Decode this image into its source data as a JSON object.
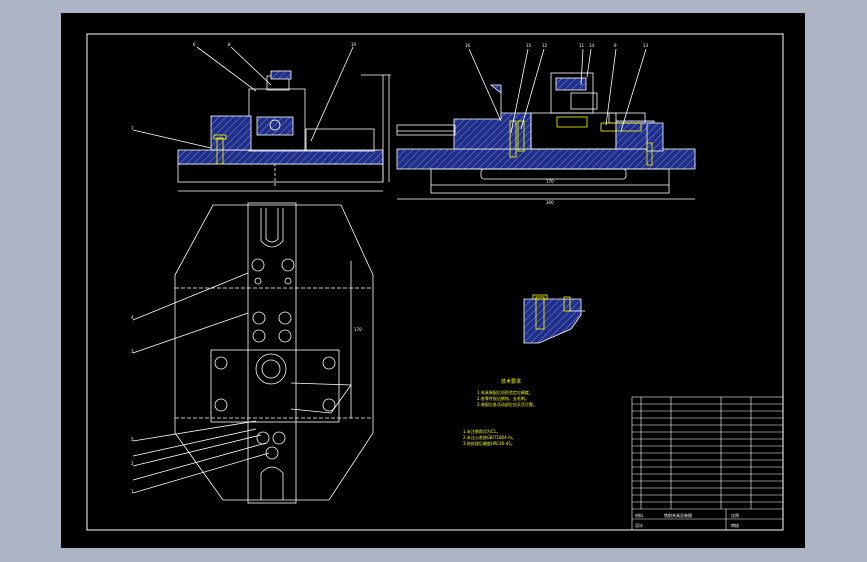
{
  "window": {
    "background": "#ADB5C4",
    "canvas_background": "#000000"
  },
  "colors": {
    "line": "#FFFFFF",
    "section_fill": "#1F2E86",
    "hatch": "#6D7BD1",
    "note_text": "#FFFF00",
    "label_text": "#FFFFFF",
    "bolt": "#FFFF00"
  },
  "labels": {
    "front_view": [
      "6",
      "8",
      "10",
      "7"
    ],
    "side_view": [
      "16",
      "15",
      "12",
      "11",
      "14",
      "9",
      "13"
    ],
    "plan_view": [
      "4",
      "3",
      "5",
      "2",
      "1"
    ]
  },
  "dims": {
    "side_length": "170",
    "side_total": "300",
    "plan_height": "170"
  },
  "notes": {
    "tech_title": "技术要求",
    "tech_lines": [
      "1.夹具装配后须检验定位精度。",
      "2.各零件锐边倒钝，去毛刺。",
      "3.装配后各活动部位应灵活可靠。"
    ],
    "yellow_lines": [
      "1.未注倒角均为C1。",
      "2.未注公差按GB/T1804-m。",
      "3.热处理后硬度HRC40-45。"
    ]
  },
  "title_block": {
    "drawing_name": "铣削夹具总装图",
    "material_label": "材料",
    "scale_label": "比例",
    "design_label": "设计",
    "check_label": "审核"
  }
}
